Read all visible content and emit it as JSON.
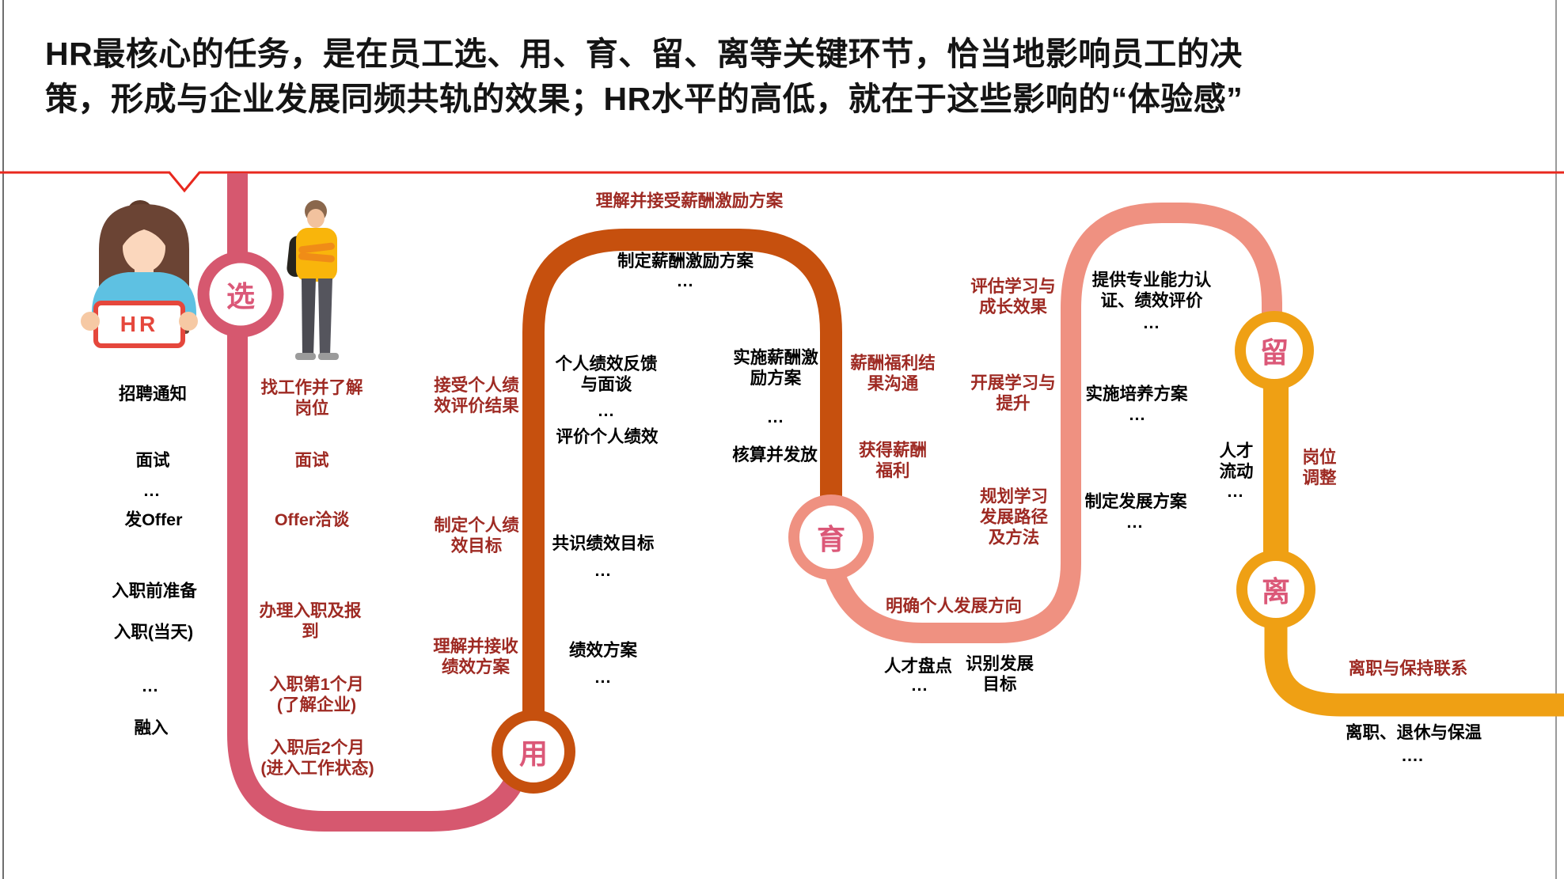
{
  "header": {
    "line1": "HR最核心的任务，是在员工选、用、育、留、离等关键环节，恰当地影响员工的决",
    "line2": "策，形成与企业发展同频共轨的效果；HR水平的高低，就在于这些影响的“体验感”"
  },
  "stages": {
    "select": "选",
    "use": "用",
    "develop": "育",
    "retain": "留",
    "exit": "离"
  },
  "hr_actor": {
    "sign_text": "HR"
  },
  "journey": {
    "select": {
      "hr": [
        "招聘通知",
        "面试",
        "...",
        "发Offer",
        "入职前准备",
        "入职(当天)",
        "...",
        "融入"
      ],
      "employee": [
        "找工作并了解\n岗位",
        "面试",
        "Offer洽谈",
        "办理入职及报\n到",
        "入职第1个月\n(了解企业)",
        "入职后2个月\n(进入工作状态)"
      ]
    },
    "use": {
      "employee": [
        "理解并接受薪酬激励方案",
        "接受个人绩\n效评价结果",
        "制定个人绩\n效目标",
        "理解并接收\n绩效方案"
      ],
      "hr": [
        "制定薪酬激励方案",
        "...",
        "个人绩效反馈\n与面谈",
        "...",
        "评价个人绩效",
        "共识绩效目标",
        "...",
        "绩效方案",
        "...",
        "实施薪酬激\n励方案",
        "...",
        "核算并发放"
      ]
    },
    "develop": {
      "employee": [
        "薪酬福利结\n果沟通",
        "获得薪酬\n福利",
        "评估学习与\n成长效果",
        "开展学习与\n提升",
        "规划学习\n发展路径\n及方法",
        "明确个人发展方向"
      ],
      "hr": [
        "人才盘点",
        "...",
        "识别发展\n目标",
        "提供专业能力认\n证、绩效评价",
        "...",
        "实施培养方案",
        "...",
        "制定发展方案",
        "..."
      ]
    },
    "retain": {
      "hr": [
        "人才\n流动",
        "..."
      ],
      "employee": [
        "岗位\n调整"
      ]
    },
    "exit": {
      "employee": [
        "离职与保持联系"
      ],
      "hr": [
        "离职、退休与保温",
        "...."
      ]
    }
  },
  "colors": {
    "divider_line": "#e8281e",
    "select_path": "#d6586f",
    "use_path": "#c6500e",
    "develop_path": "#ef9181",
    "retain_path": "#efa014",
    "badge_text": "#db5878",
    "employee_text": "#9e2a23",
    "hr_text": "#000000",
    "hr_sign_red": "#e5473c",
    "frame_line": "#6f6f6f"
  }
}
